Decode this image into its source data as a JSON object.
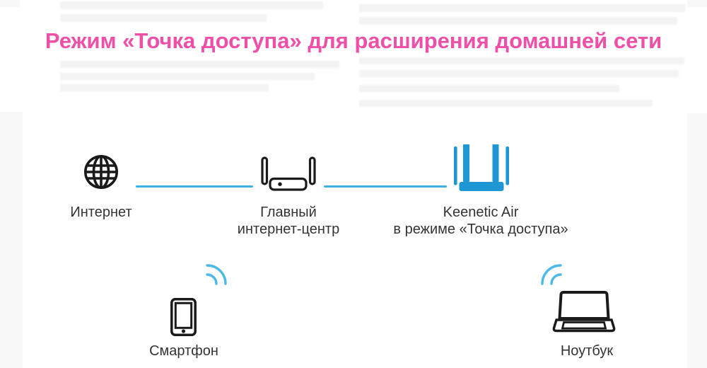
{
  "title": {
    "text": "Режим «Точка доступа» для расширения домашней сети"
  },
  "colors": {
    "title_pink": "#ee4fa8",
    "line_cyan": "#3fb0e0",
    "wifi_cyan": "#4cb9e8",
    "accent_blue": "#1f97d4",
    "icon_black": "#1a1a1a",
    "label_color": "#333333",
    "frame_bg": "#f8f8f8"
  },
  "diagram": {
    "internet": {
      "label": "Интернет",
      "icon": "globe-icon"
    },
    "main_router": {
      "label_line1": "Главный",
      "label_line2": "интернет-центр",
      "icon": "router-icon"
    },
    "keenetic": {
      "label_line1": "Keenetic Air",
      "label_line2": "в режиме «Точка доступа»",
      "icon": "access-point-icon"
    },
    "smartphone": {
      "label": "Смартфон",
      "icon": "smartphone-icon"
    },
    "laptop": {
      "label": "Ноутбук",
      "icon": "laptop-icon"
    }
  }
}
